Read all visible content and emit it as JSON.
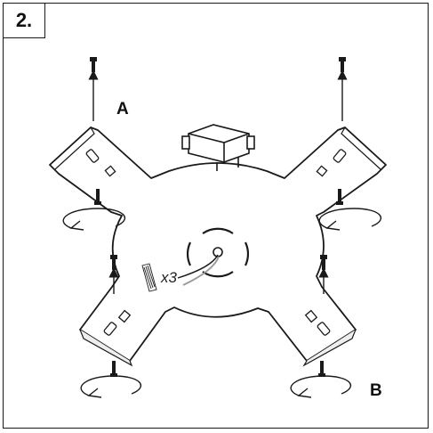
{
  "step": {
    "label": "2."
  },
  "labels": {
    "a": "A",
    "b": "B"
  },
  "multiplier": "x3",
  "icons": [
    "screw-icon",
    "up-arrow-icon",
    "rotate-arrow-icon",
    "junction-box-icon",
    "wire-pack-icon"
  ],
  "colors": {
    "line": "#1a1a1a",
    "background": "#ffffff",
    "wire_grey": "#9a9a9a"
  }
}
